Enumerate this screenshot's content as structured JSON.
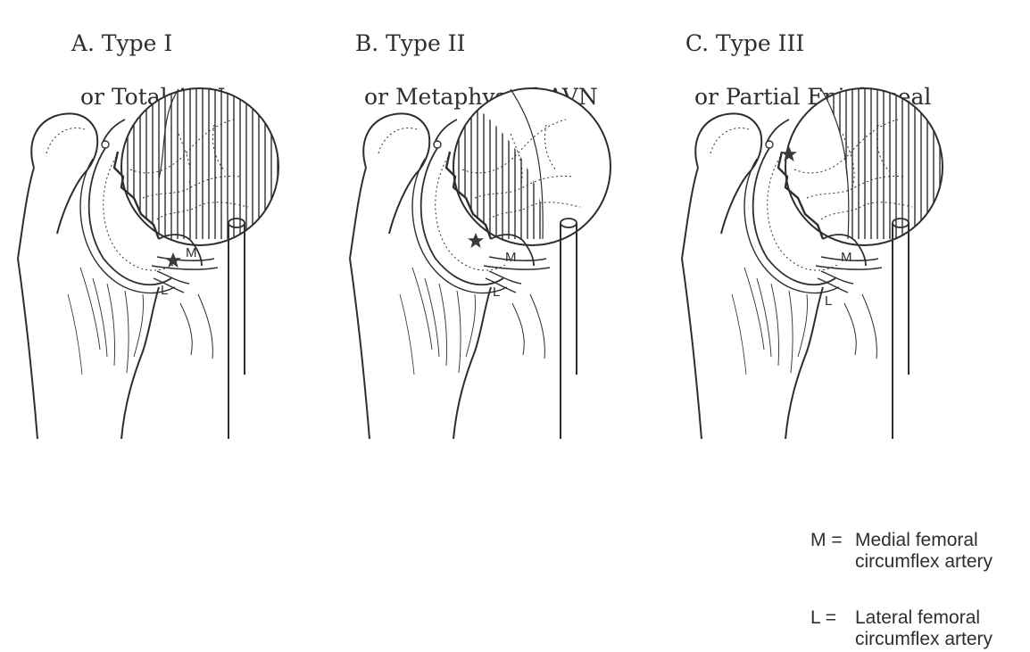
{
  "panels": [
    {
      "title_line1": "A. Type I",
      "title_line2": "or Total AVN"
    },
    {
      "title_line1": "B. Type II",
      "title_line2": "or Metaphyseal AVN"
    },
    {
      "title_line1": "C. Type III",
      "title_line2": "or Partial Epiphyseal"
    }
  ],
  "markers": {
    "medial": "M",
    "lateral": "L"
  },
  "legend": [
    {
      "label": "M =",
      "line1": "Medial femoral",
      "line2": "circumflex artery"
    },
    {
      "label": "L =",
      "line1": "Lateral femoral",
      "line2": "circumflex artery"
    }
  ],
  "colors": {
    "ink": "#2e2e2e",
    "star": "#3a3a3a"
  }
}
